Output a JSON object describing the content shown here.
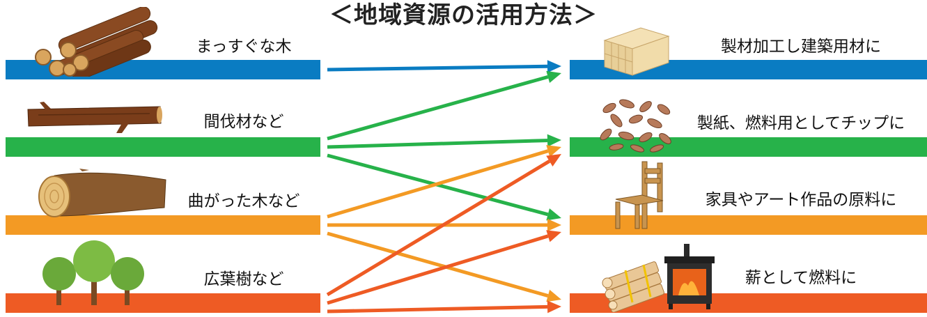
{
  "title": "＜地域資源の活用方法＞",
  "colors": {
    "blue": "#0a7cc2",
    "green": "#27b24a",
    "orange": "#f39a24",
    "red": "#ee5b24"
  },
  "sources": [
    {
      "label": "まっすぐな木",
      "color": "blue",
      "icon": "log-pile-icon"
    },
    {
      "label": "間伐材など",
      "color": "green",
      "icon": "thin-branch-icon"
    },
    {
      "label": "曲がった木など",
      "color": "orange",
      "icon": "bent-log-icon"
    },
    {
      "label": "広葉樹など",
      "color": "red",
      "icon": "broadleaf-trees-icon"
    }
  ],
  "uses": [
    {
      "label": "製材加工し建築用材に",
      "icon": "lumber-stack-icon"
    },
    {
      "label": "製紙、燃料用としてチップに",
      "icon": "wood-chips-icon"
    },
    {
      "label": "家具やアート作品の原料に",
      "icon": "chair-icon"
    },
    {
      "label": "薪として燃料に",
      "icon": "firewood-stove-icon"
    }
  ],
  "links": [
    {
      "from": 0,
      "to": 0,
      "color": "blue"
    },
    {
      "from": 1,
      "to": 0,
      "color": "green"
    },
    {
      "from": 1,
      "to": 1,
      "color": "green"
    },
    {
      "from": 1,
      "to": 2,
      "color": "green"
    },
    {
      "from": 2,
      "to": 1,
      "color": "orange"
    },
    {
      "from": 2,
      "to": 2,
      "color": "orange"
    },
    {
      "from": 2,
      "to": 3,
      "color": "orange"
    },
    {
      "from": 3,
      "to": 1,
      "color": "red"
    },
    {
      "from": 3,
      "to": 2,
      "color": "red"
    },
    {
      "from": 3,
      "to": 3,
      "color": "red"
    }
  ]
}
